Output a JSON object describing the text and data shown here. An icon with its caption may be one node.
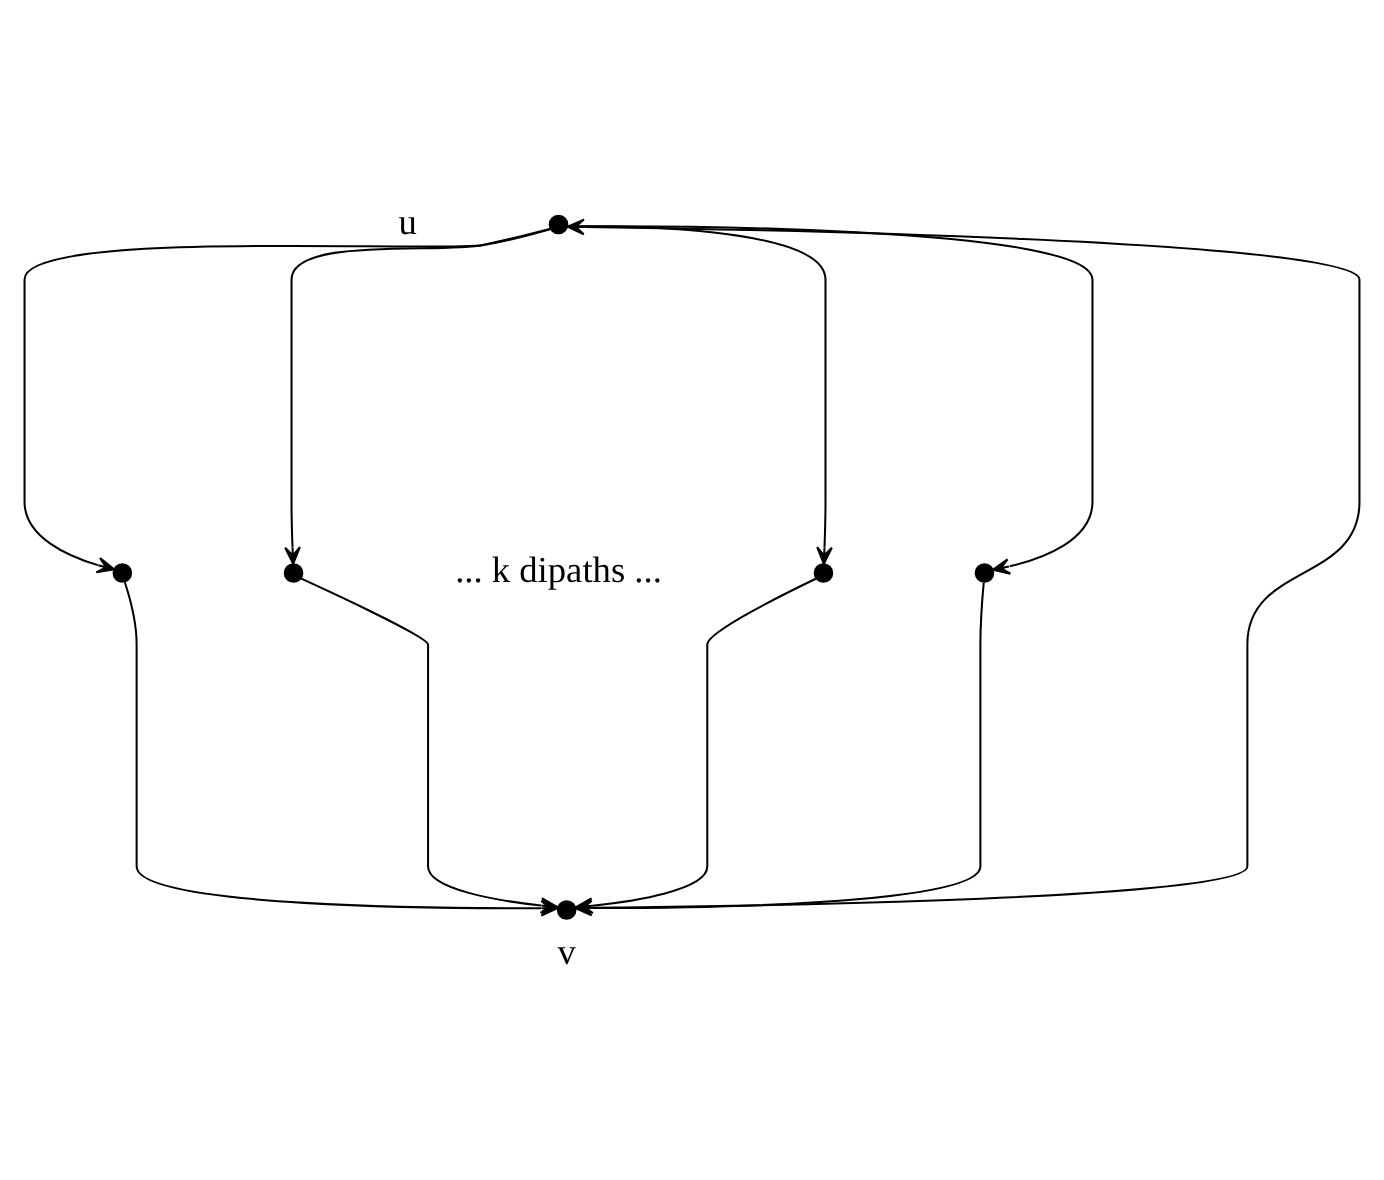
{
  "diagram": {
    "nodes": [
      {
        "text": [],
        "shape": "circle",
        "beside": [
          "u"
        ]
      },
      {
        "text": [],
        "shape": "circle"
      },
      {
        "text": [],
        "shape": "circle"
      },
      {
        "text": [],
        "shape": "circle"
      },
      {
        "text": [],
        "shape": "circle"
      },
      {
        "text": [],
        "shape": "circle",
        "beside": [
          "v"
        ]
      }
    ],
    "edges": [
      {
        "from": 0,
        "to": 1,
        "arrow": "to"
      },
      {
        "from": 0,
        "to": 2,
        "arrow": "to"
      },
      {
        "from": 0,
        "to": 3,
        "arrow": "to"
      },
      {
        "from": 0,
        "to": 4,
        "arrow": "to"
      },
      {
        "from": 1,
        "to": 5,
        "arrow": "to"
      },
      {
        "from": 2,
        "to": 5,
        "arrow": "to"
      },
      {
        "from": 3,
        "to": 5,
        "arrow": "to"
      },
      {
        "from": 4,
        "to": 5,
        "arrow": "to"
      },
      {
        "from": 5,
        "to": 0,
        "arrow": "to"
      }
    ],
    "labels": [
      "... k dipaths ..."
    ]
  }
}
